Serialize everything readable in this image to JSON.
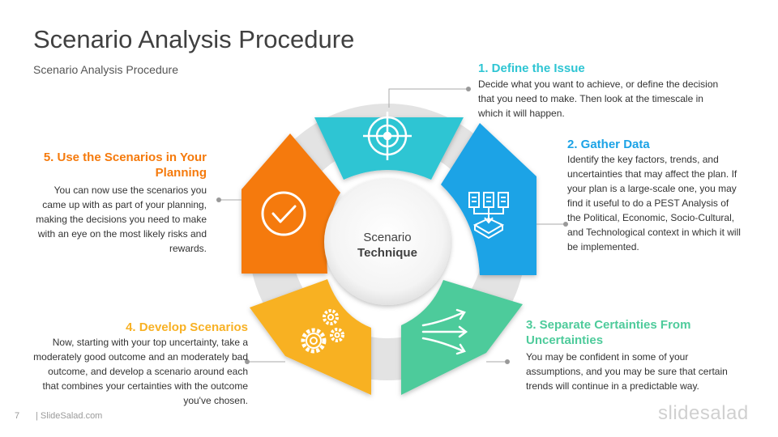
{
  "slide": {
    "title": "Scenario Analysis Procedure",
    "subtitle": "Scenario Analysis Procedure",
    "page_number": "7",
    "site": "| SlideSalad.com",
    "brand": "slidesalad"
  },
  "center": {
    "line1": "Scenario",
    "line2": "Technique"
  },
  "colors": {
    "teal": "#2ec5d3",
    "blue": "#1ca3e6",
    "green": "#4ecb9b",
    "yellow": "#f8b124",
    "orange": "#f57a0c"
  },
  "steps": [
    {
      "heading": "1. Define the Issue",
      "body": "Decide what you want to achieve, or define the decision that you need to make. Then look at the timescale in which it will happen.",
      "icon": "target-icon"
    },
    {
      "heading": "2. Gather Data",
      "body": "Identify the key factors, trends, and uncertainties that may affect the plan. If your plan is a large-scale one, you may find it useful to do a PEST Analysis of the Political, Economic, Socio-Cultural, and Technological context in which it will be implemented.",
      "icon": "documents-icon"
    },
    {
      "heading_line1": "3. Separate Certainties From",
      "heading_line2": "Uncertainties",
      "body": "You may be confident in some of your assumptions, and you may be sure that certain trends will continue in a predictable way.",
      "icon": "arrows-icon"
    },
    {
      "heading": "4. Develop Scenarios",
      "body": "Now, starting with your top uncertainty, take a moderately good outcome and an moderately bad outcome, and develop a scenario around each that combines your certainties with the outcome you've chosen.",
      "icon": "gears-icon"
    },
    {
      "heading_line1": "5. Use the Scenarios in Your",
      "heading_line2": "Planning",
      "body": "You can now use the scenarios you came up with as part of your planning, making the decisions you need to make with an eye on the most likely risks and rewards.",
      "icon": "check-circle-icon"
    }
  ]
}
